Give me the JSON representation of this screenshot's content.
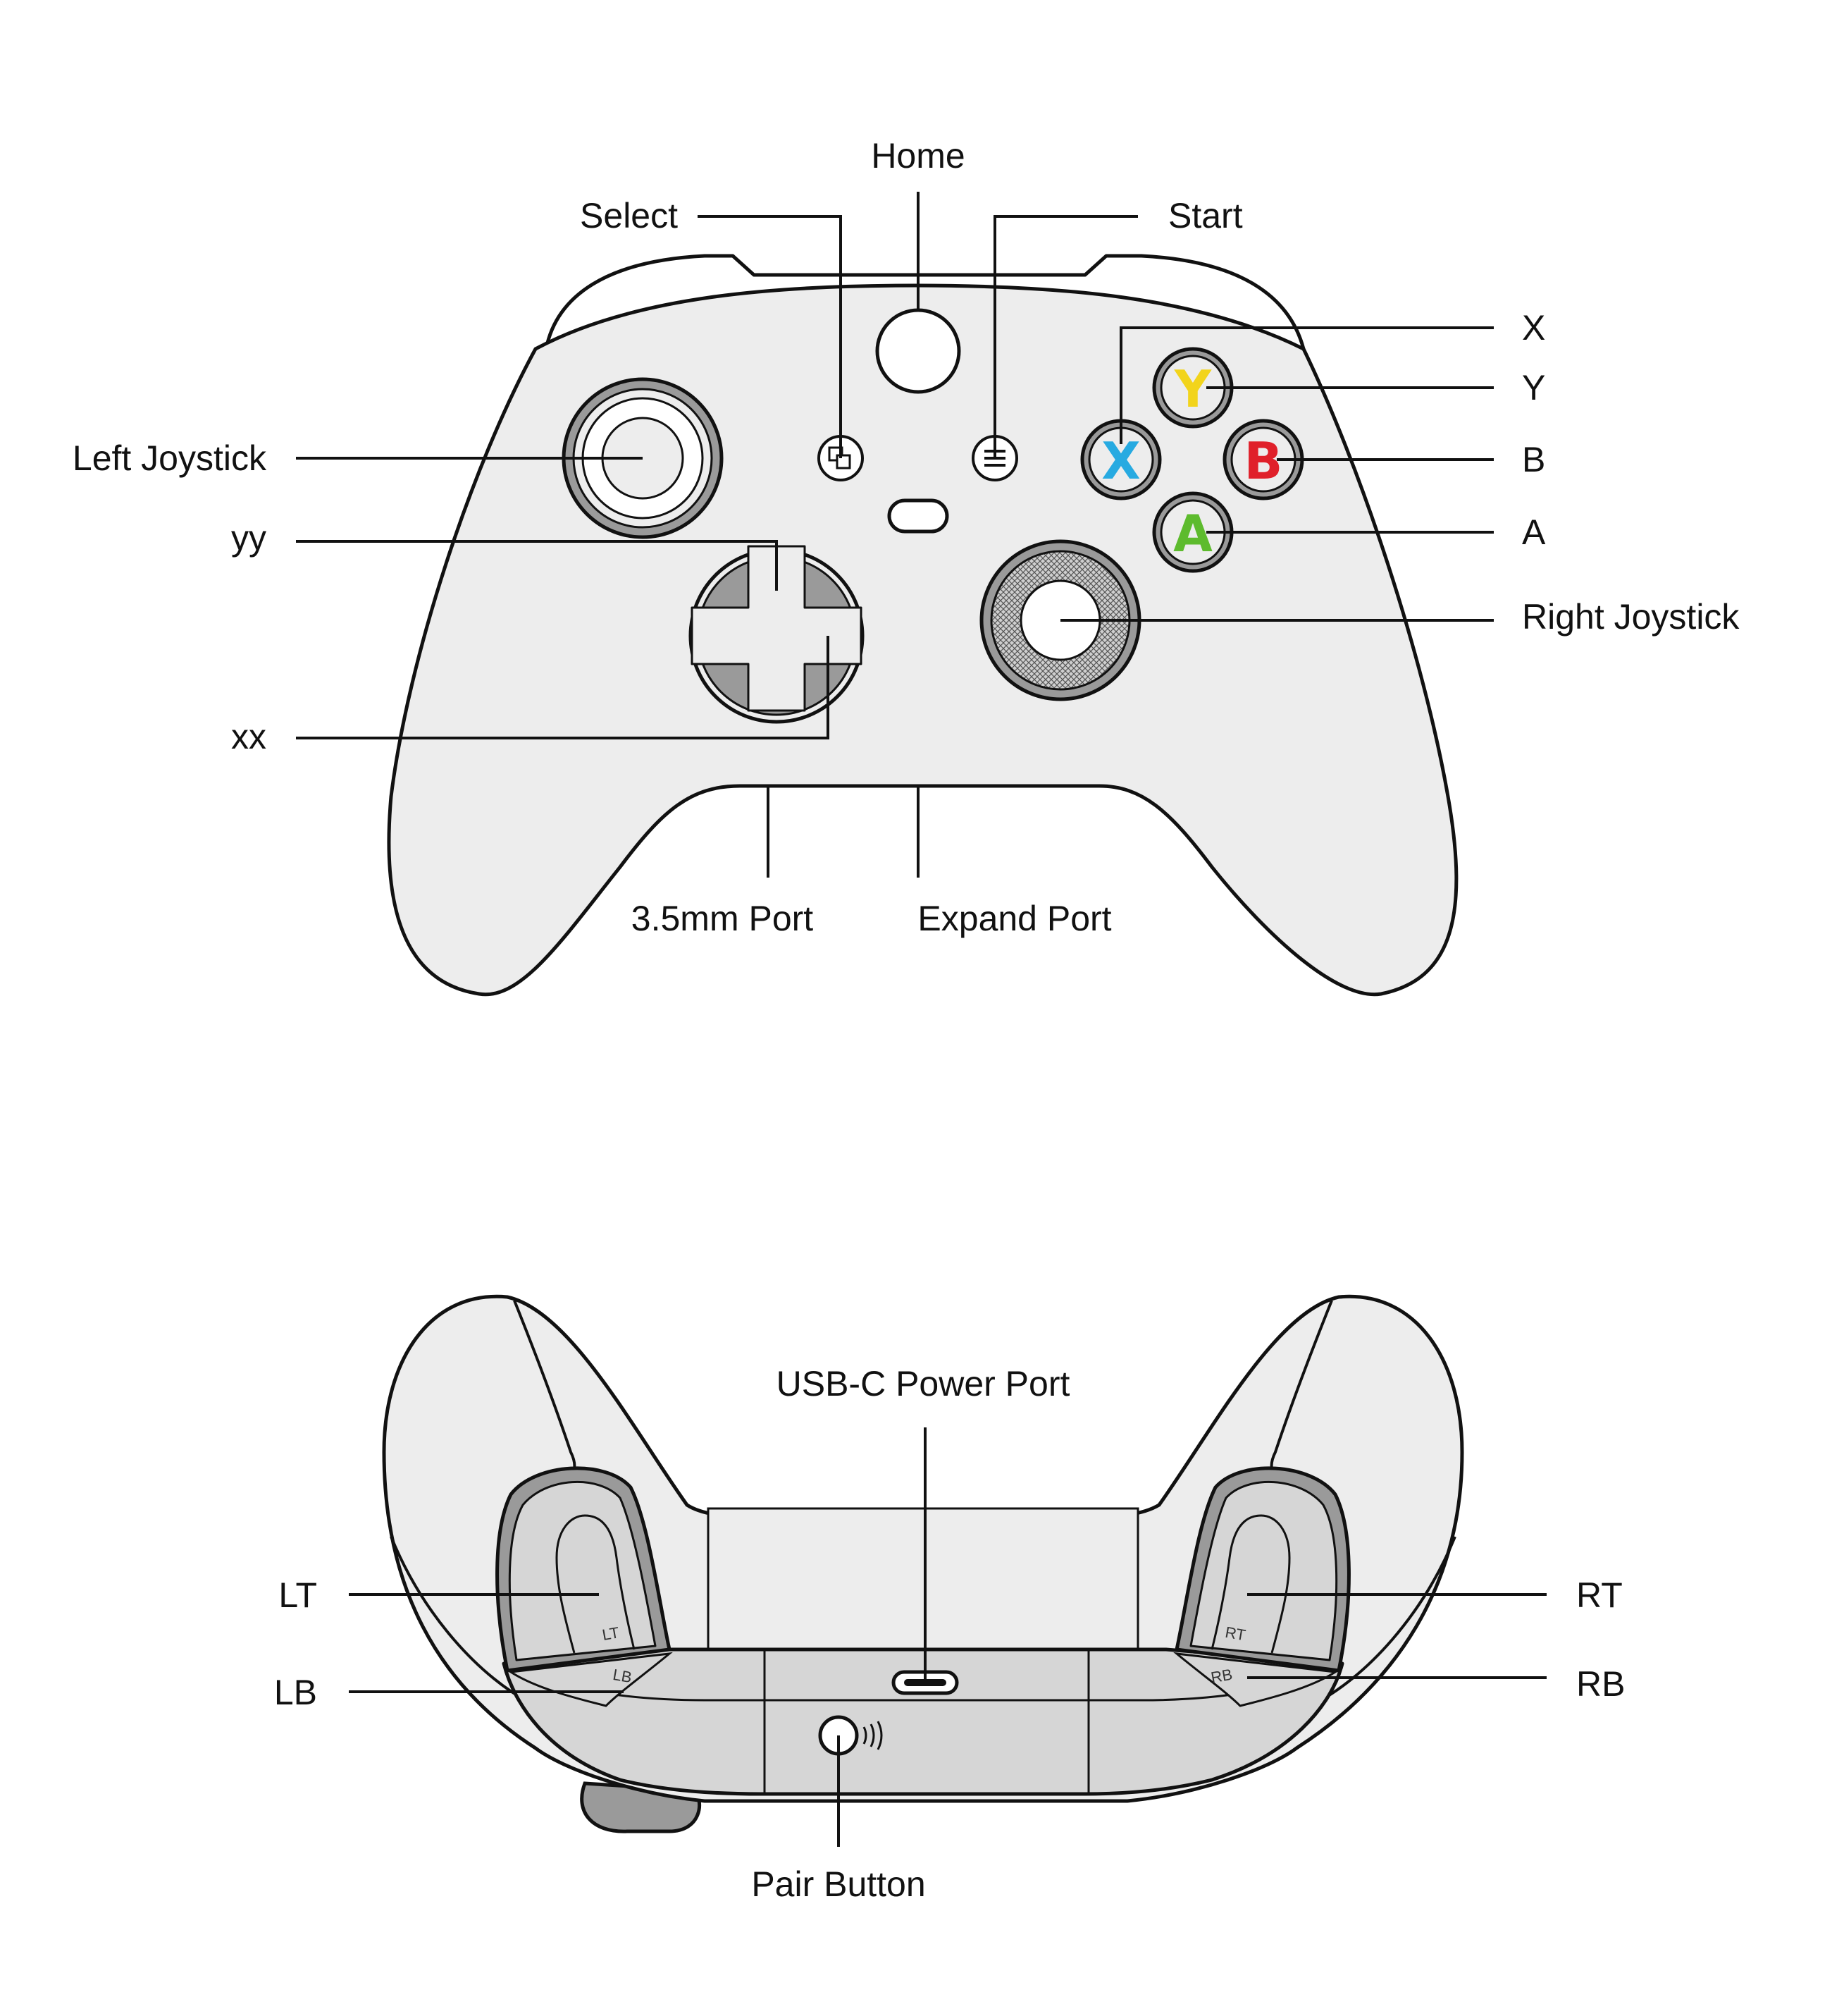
{
  "front_view": {
    "labels": {
      "home": "Home",
      "select": "Select",
      "start": "Start",
      "x": "X",
      "y": "Y",
      "b": "B",
      "a": "A",
      "left_joystick": "Left Joystick",
      "right_joystick": "Right Joystick",
      "yy": "yy",
      "xx": "xx",
      "port_35": "3.5mm Port",
      "expand_port": "Expand Port"
    },
    "face_buttons": {
      "y": {
        "letter": "Y",
        "color": "#F2D41B"
      },
      "b": {
        "letter": "B",
        "color": "#E0202A"
      },
      "x": {
        "letter": "X",
        "color": "#27AAE1"
      },
      "a": {
        "letter": "A",
        "color": "#5DBB2D"
      }
    }
  },
  "back_view": {
    "labels": {
      "usb_c": "USB-C Power Port",
      "lt": "LT",
      "lb": "LB",
      "rt": "RT",
      "rb": "RB",
      "pair_button": "Pair Button"
    },
    "trigger_marks": {
      "lt": "LT",
      "lb": "LB",
      "rt": "RT",
      "rb": "RB"
    }
  },
  "colors": {
    "body_fill": "#EDEDED",
    "dark_gray": "#9A9A9A",
    "outline": "#111111"
  }
}
